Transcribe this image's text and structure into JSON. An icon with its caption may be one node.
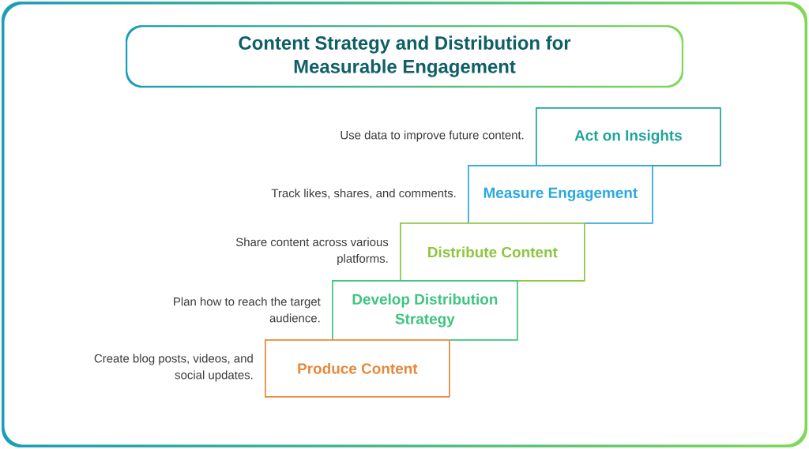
{
  "diagram": {
    "title": "Content Strategy and Distribution for Measurable Engagement",
    "nodes": [
      {
        "text": [
          "Act on Insights"
        ],
        "beside": [
          "Use data to improve future content."
        ]
      },
      {
        "text": [
          "Measure Engagement"
        ],
        "beside": [
          "Track likes, shares, and comments."
        ]
      },
      {
        "text": [
          "Distribute Content"
        ],
        "beside": [
          "Share content across various platforms."
        ]
      },
      {
        "text": [
          "Develop Distribution Strategy"
        ],
        "beside": [
          "Plan how to reach the target audience."
        ]
      },
      {
        "text": [
          "Produce Content"
        ],
        "beside": [
          "Create blog posts, videos, and social updates."
        ]
      }
    ]
  }
}
